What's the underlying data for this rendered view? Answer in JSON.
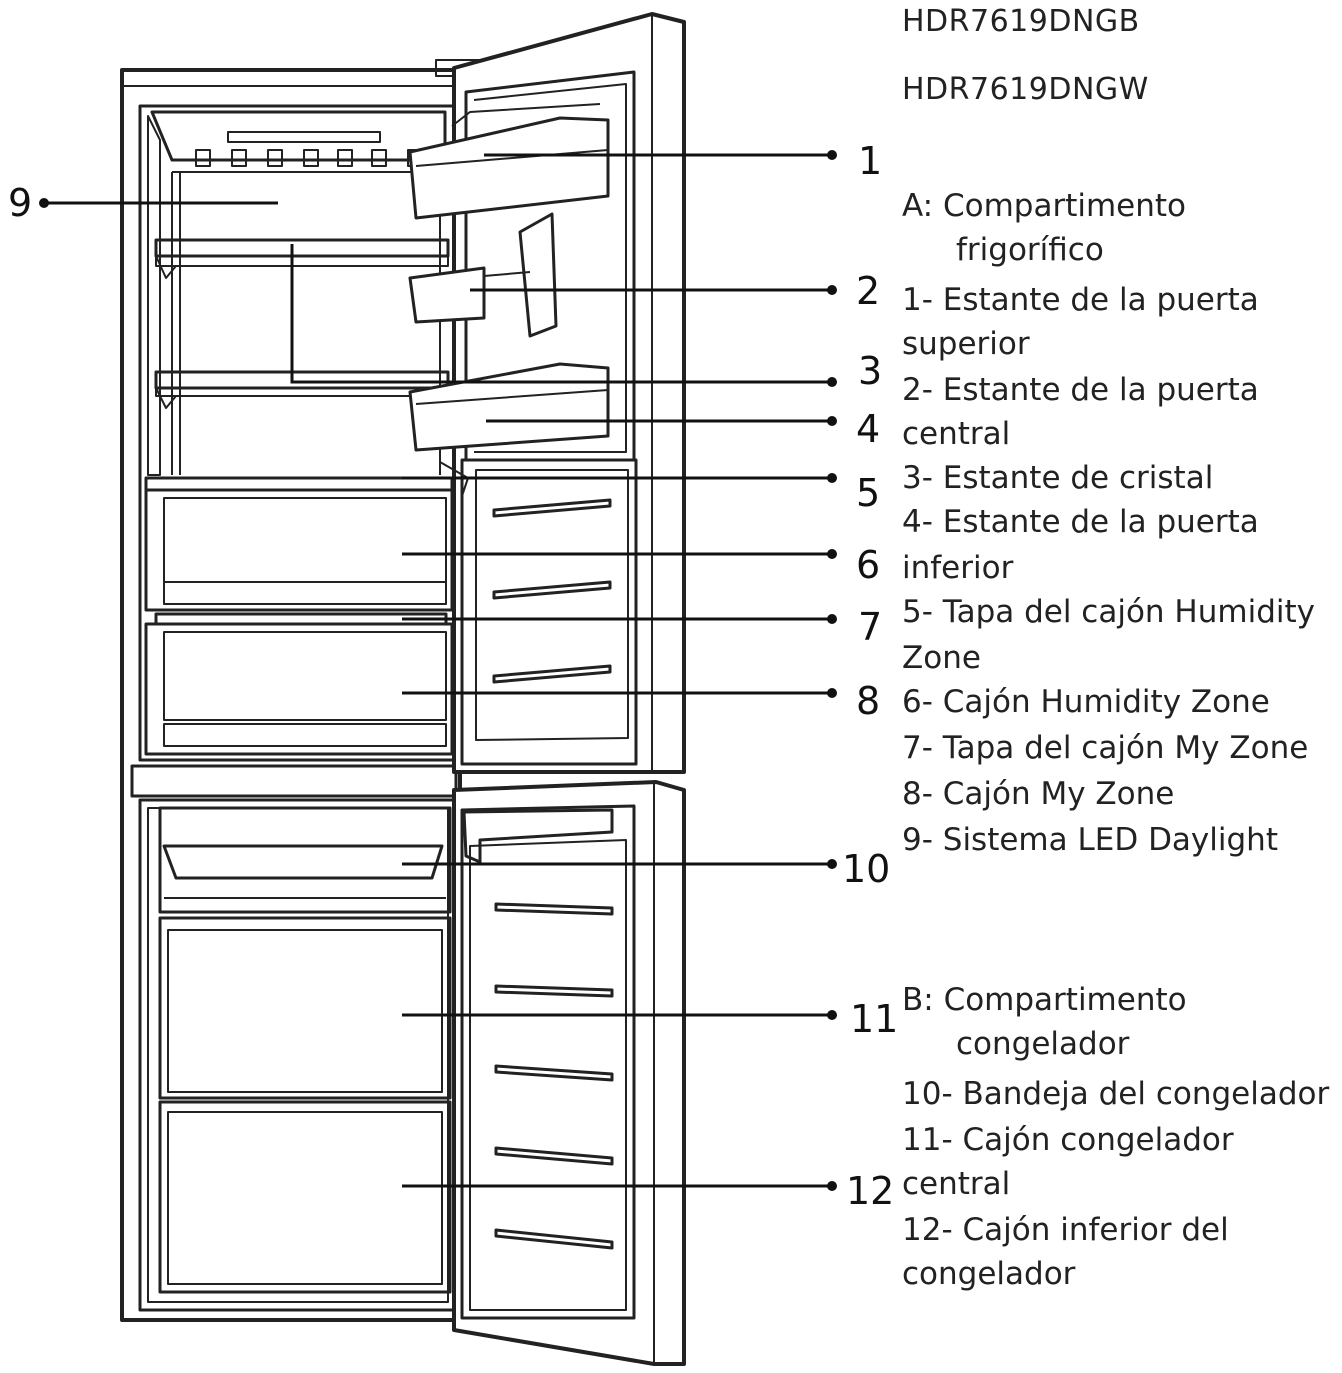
{
  "models": [
    "HDR7619DNGB",
    "HDR7619DNGW"
  ],
  "callouts": [
    "1",
    "2",
    "3",
    "4",
    "5",
    "6",
    "7",
    "8",
    "9",
    "10",
    "11",
    "12"
  ],
  "section_a": {
    "heading_line1": "A:  Compartimento",
    "heading_line2": "frigorífico",
    "lines": [
      "1- Estante de la puerta",
      "superior",
      "2- Estante de la puerta",
      "central",
      "3- Estante de cristal",
      "4- Estante de la puerta",
      "inferior",
      "5- Tapa del cajón Humidity",
      "Zone",
      "6- Cajón Humidity Zone",
      "7- Tapa del cajón My Zone",
      "8- Cajón My Zone",
      "9- Sistema LED Daylight"
    ]
  },
  "section_b": {
    "heading_line1": "B:  Compartimento",
    "heading_line2": "congelador",
    "lines": [
      "10- Bandeja del congelador",
      "11- Cajón congelador",
      "central",
      "12- Cajón inferior del",
      "congelador"
    ]
  }
}
